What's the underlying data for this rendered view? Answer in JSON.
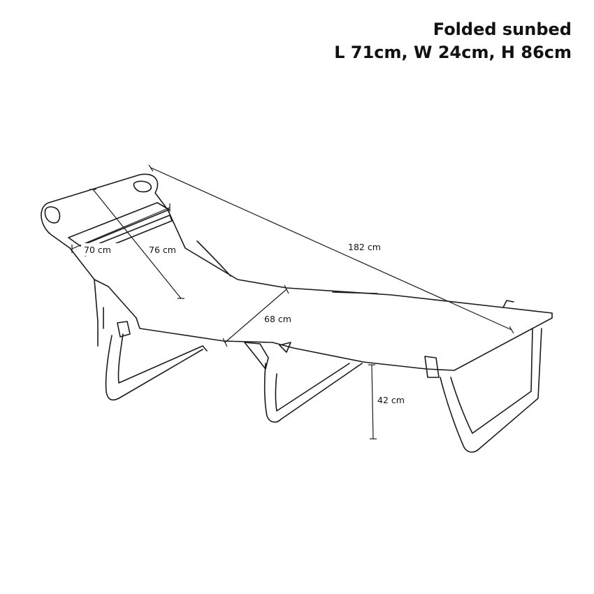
{
  "header": {
    "title": "Folded sunbed",
    "folded_dimensions": "L 71cm, W 24cm, H 86cm"
  },
  "dimensions": {
    "length": "182 cm",
    "backrest_height": "76 cm",
    "headrest_width": "70 cm",
    "width": "68 cm",
    "seat_height": "42 cm"
  }
}
